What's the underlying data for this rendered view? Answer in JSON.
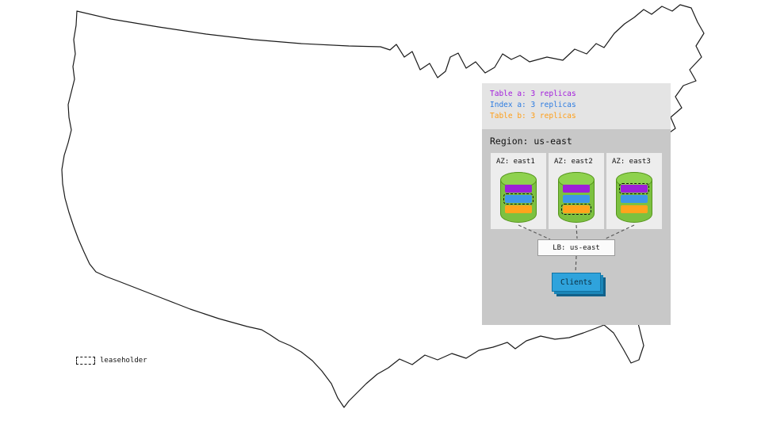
{
  "replica_legend": {
    "items": [
      {
        "label": "Table a: 3 replicas",
        "color": "#a21ddb"
      },
      {
        "label": "Index a: 3 replicas",
        "color": "#2d7ce1"
      },
      {
        "label": "Table b: 3 replicas",
        "color": "#ff9e16"
      }
    ]
  },
  "region": {
    "title": "Region: us-east",
    "azs": [
      {
        "label": "AZ: east1",
        "replicas": [
          {
            "name": "table-a-replica",
            "color": "#9c20d8",
            "leaseholder": false
          },
          {
            "name": "index-a-replica",
            "color": "#3e97e8",
            "leaseholder": true
          },
          {
            "name": "table-b-replica",
            "color": "#ffa41c",
            "leaseholder": false
          }
        ]
      },
      {
        "label": "AZ: east2",
        "replicas": [
          {
            "name": "table-a-replica",
            "color": "#9c20d8",
            "leaseholder": false
          },
          {
            "name": "index-a-replica",
            "color": "#3e97e8",
            "leaseholder": false
          },
          {
            "name": "table-b-replica",
            "color": "#ffa41c",
            "leaseholder": true
          }
        ]
      },
      {
        "label": "AZ: east3",
        "replicas": [
          {
            "name": "table-a-replica",
            "color": "#9c20d8",
            "leaseholder": true
          },
          {
            "name": "index-a-replica",
            "color": "#3e97e8",
            "leaseholder": false
          },
          {
            "name": "table-b-replica",
            "color": "#ffa41c",
            "leaseholder": false
          }
        ]
      }
    ],
    "load_balancer": {
      "label": "LB: us-east"
    },
    "clients": {
      "label": "Clients"
    }
  },
  "map_legend": {
    "leaseholder_label": "leaseholder"
  }
}
